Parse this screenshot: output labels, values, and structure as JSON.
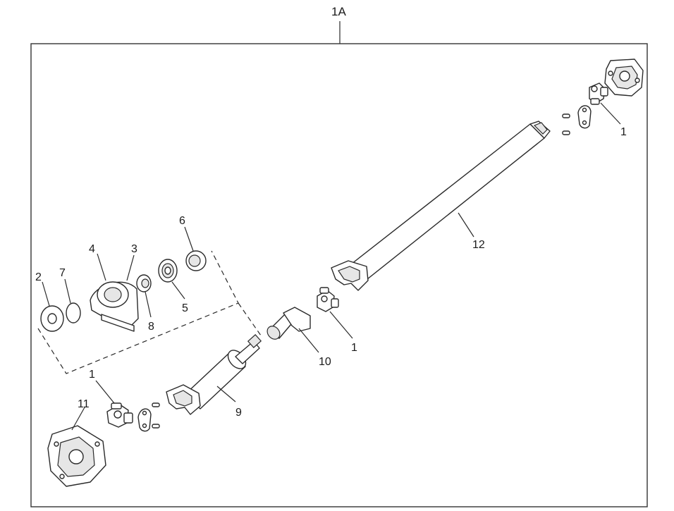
{
  "diagram": {
    "assembly_label": "1A",
    "callouts": {
      "c1_top": "1",
      "c12": "12",
      "c6": "6",
      "c4": "4",
      "c3": "3",
      "c2": "2",
      "c7": "7",
      "c8": "8",
      "c5": "5",
      "c10": "10",
      "c1_mid": "1",
      "c1_low": "1",
      "c11": "11",
      "c9": "9"
    }
  }
}
